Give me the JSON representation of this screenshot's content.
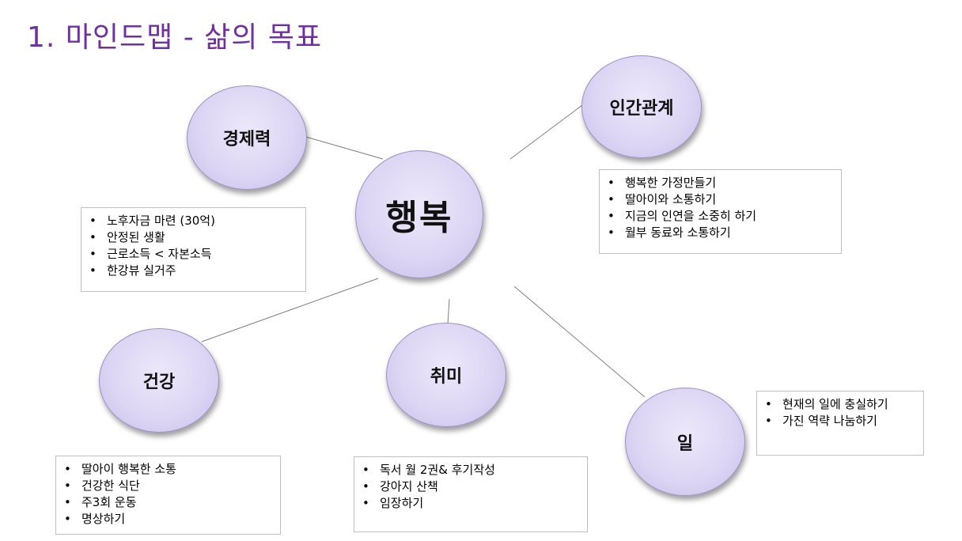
{
  "title": "1. 마인드맵 - 삶의 목표",
  "bullet": "•",
  "colors": {
    "title": "#7030a0",
    "node_fill": "#ddd6f4",
    "node_border": "#9a8fc4",
    "line": "#7f7f7f"
  },
  "center": {
    "label": "행복"
  },
  "nodes": [
    {
      "label": "경제력",
      "items": [
        "노후자금 마련 (30억)",
        "안정된 생활",
        "근로소득 < 자본소득",
        "한강뷰 실거주"
      ]
    },
    {
      "label": "인간관계",
      "items": [
        "행복한 가정만들기",
        "딸아이와 소통하기",
        "지금의 인연을 소중히 하기",
        "월부 동료와 소통하기"
      ]
    },
    {
      "label": "건강",
      "items": [
        "딸아이 행복한 소통",
        "건강한 식단",
        "주3회 운동",
        "명상하기"
      ]
    },
    {
      "label": "취미",
      "items": [
        "독서 월 2권& 후기작성",
        "강아지 산책",
        "임장하기"
      ]
    },
    {
      "label": "일",
      "items": [
        "현재의 일에 충실하기",
        "가진 역략 나눔하기"
      ]
    }
  ]
}
